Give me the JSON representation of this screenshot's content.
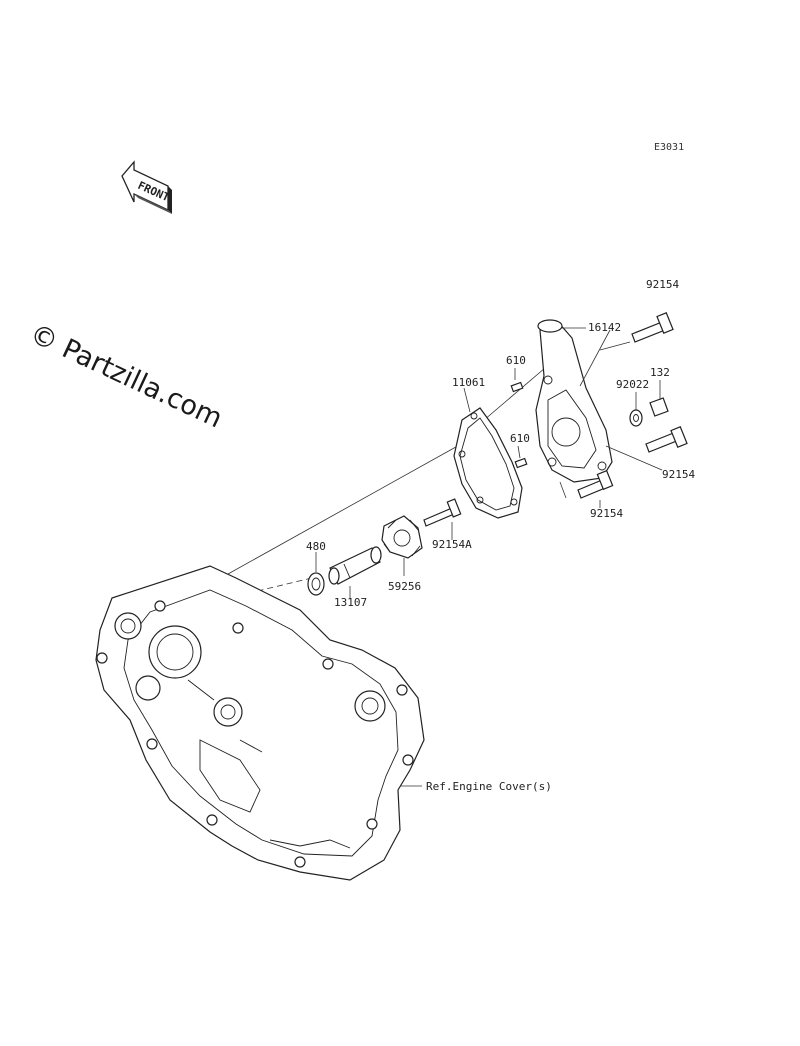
{
  "diagram_code": "E3031",
  "front_label": "FRONT",
  "watermark": "© Partzilla.com",
  "callouts": {
    "c92154_top": "92154",
    "c16142": "16142",
    "c610_top": "610",
    "c132": "132",
    "c11061": "11061",
    "c92022": "92022",
    "c610_mid": "610",
    "c92154_right": "92154",
    "c92154_bottom": "92154",
    "c92154A": "92154A",
    "c480": "480",
    "c59256": "59256",
    "c13107": "13107",
    "ref_engine_cover": "Ref.Engine Cover(s)"
  }
}
